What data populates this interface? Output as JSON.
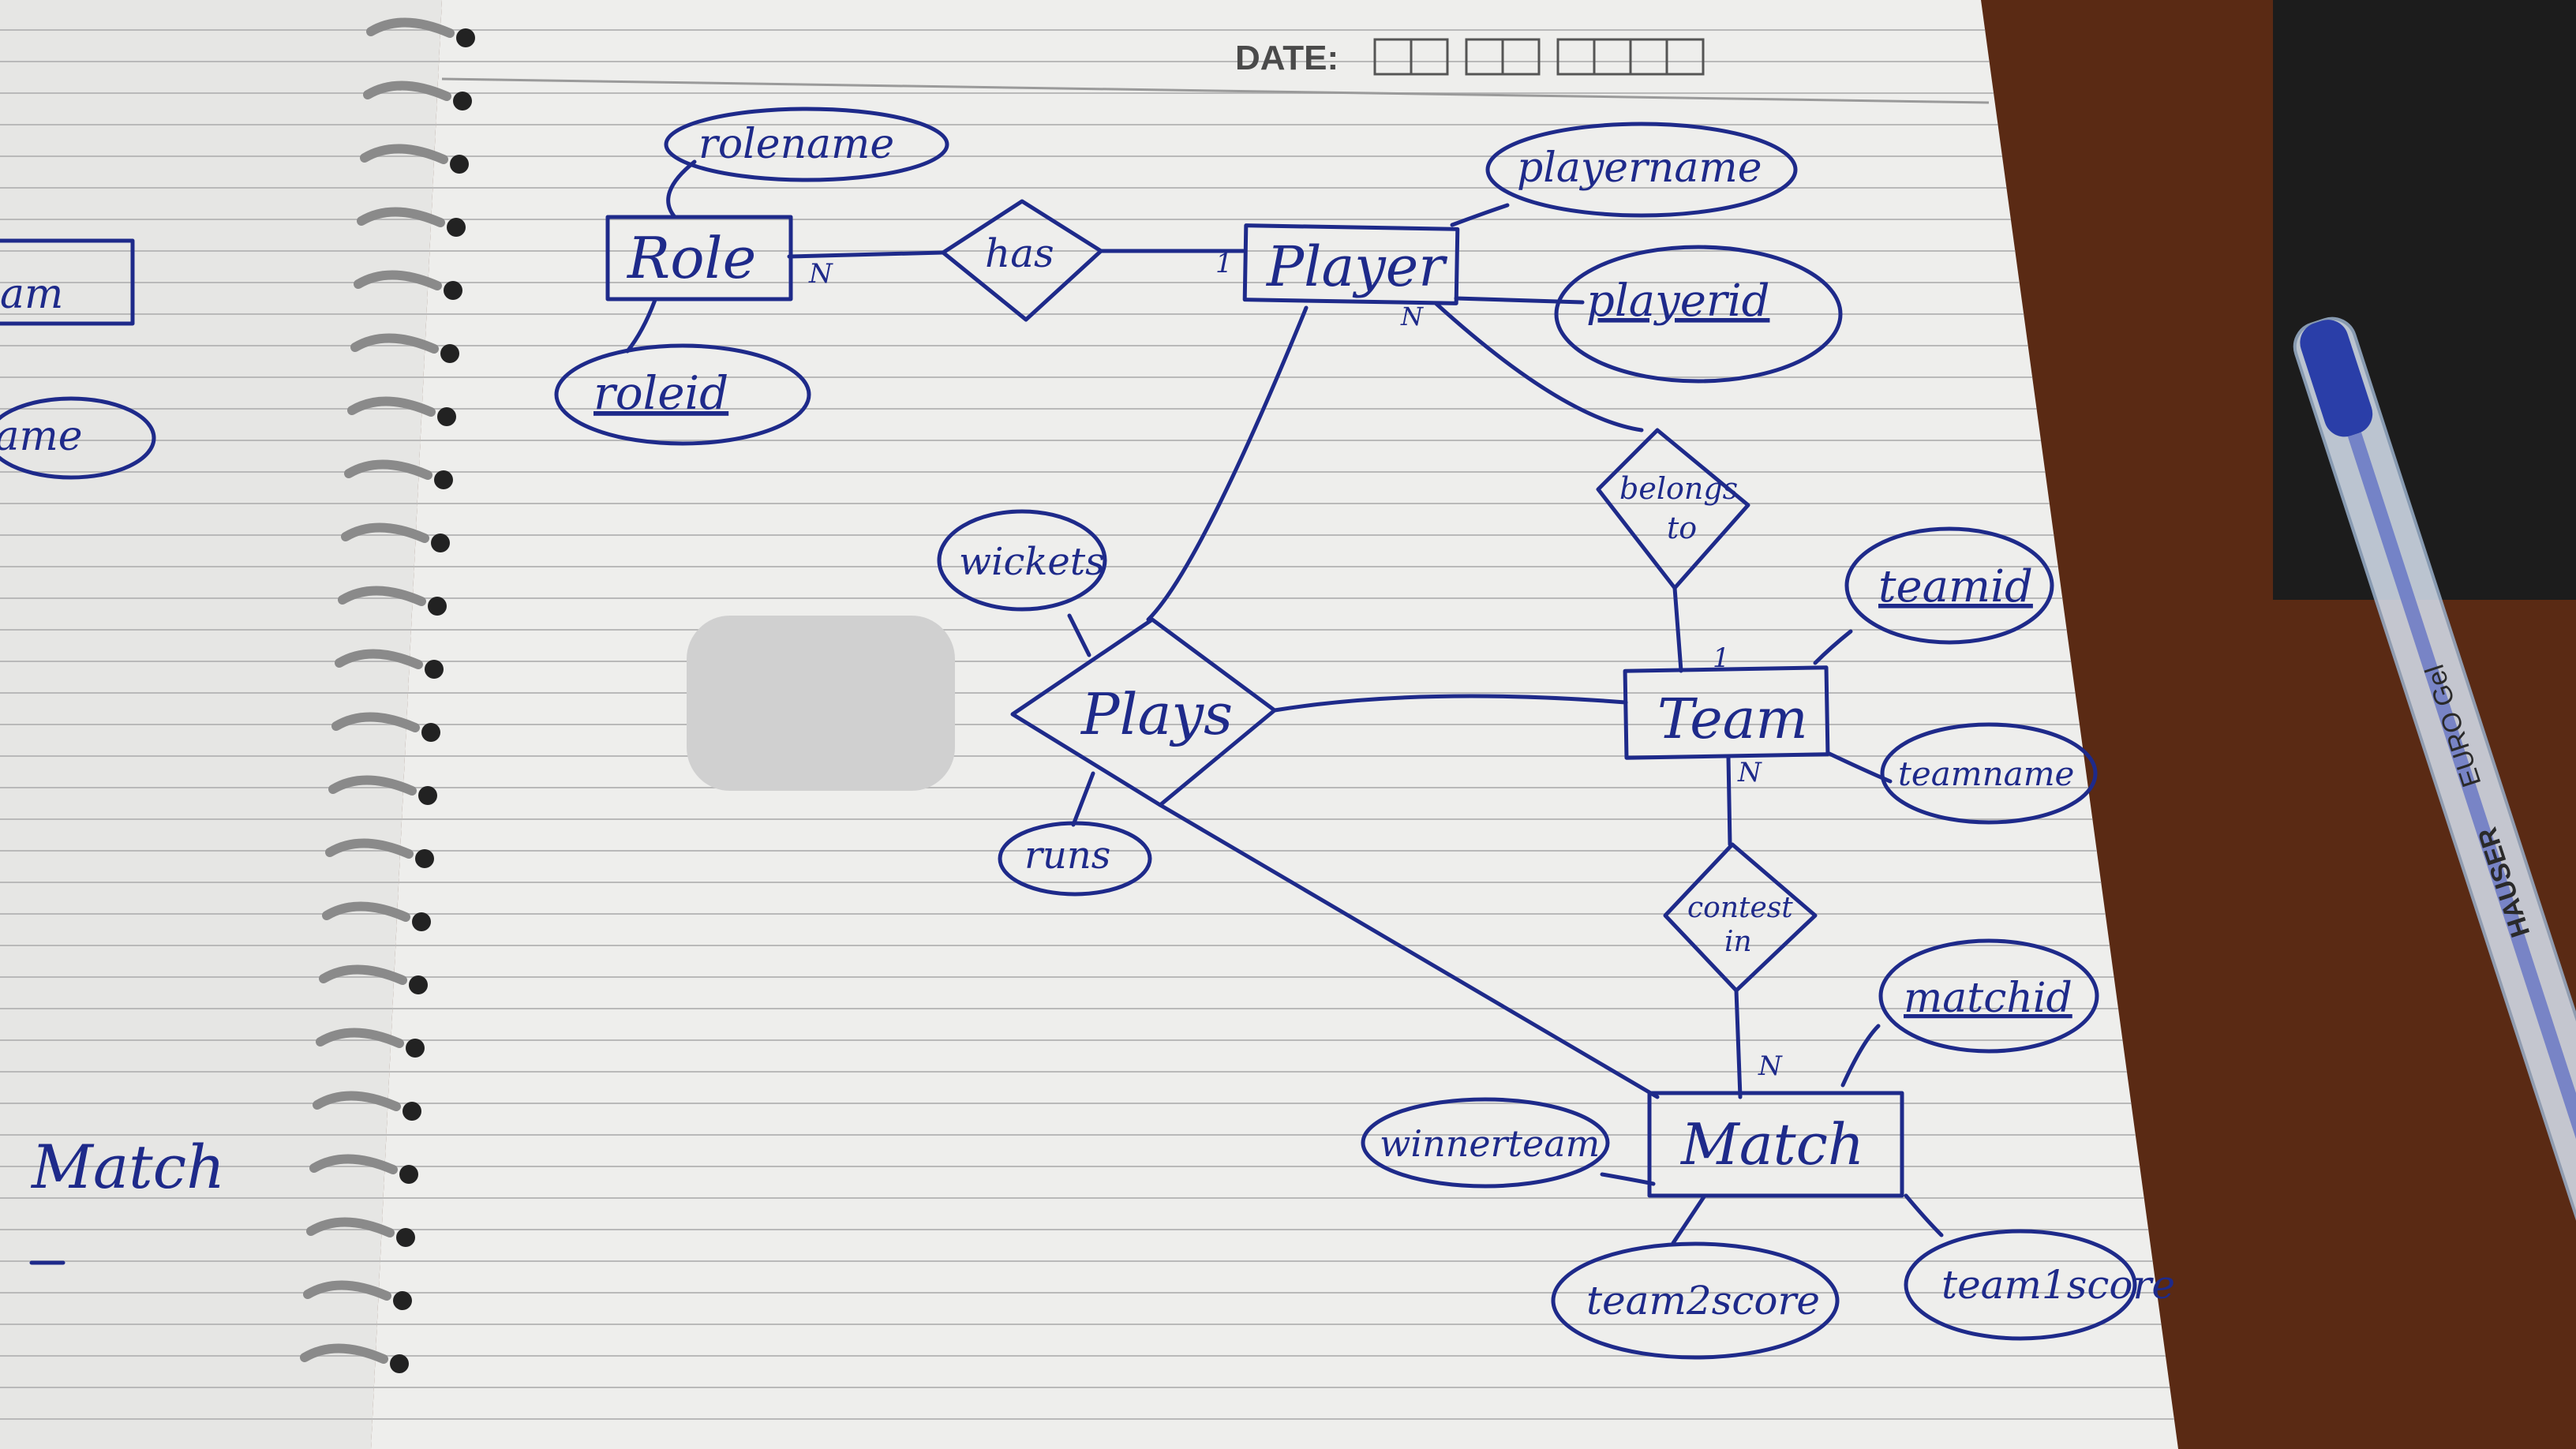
{
  "header": {
    "date_label": "DATE:"
  },
  "entities": {
    "role": "Role",
    "player": "Player",
    "team": "Team",
    "match": "Match"
  },
  "relationships": {
    "has": "has",
    "belongs_to_1": "belongs",
    "belongs_to_2": "to",
    "plays": "Plays",
    "contest_in_1": "contest",
    "contest_in_2": "in"
  },
  "attributes": {
    "rolename": "rolename",
    "roleid": "roleid",
    "playername": "playername",
    "playerid": "playerid",
    "wickets": "wickets",
    "runs": "runs",
    "teamid": "teamid",
    "teamname": "teamname",
    "matchid": "matchid",
    "winnerteam": "winnerteam",
    "team2score": "team2score",
    "team1score": "team1score"
  },
  "cardinalities": {
    "role_has": "N",
    "has_player": "1",
    "player_belongs": "N",
    "belongs_team": "1",
    "team_contest": "N",
    "contest_match": "N"
  },
  "left_page": {
    "frag_1": "am",
    "frag_2": "name",
    "frag_3": "Match"
  },
  "pen": {
    "brand": "HAUSER",
    "model": "EURO Gel"
  },
  "colors": {
    "ink": "#1e2a8a",
    "paper": "#eeeeec",
    "desk": "#5a2a14"
  }
}
